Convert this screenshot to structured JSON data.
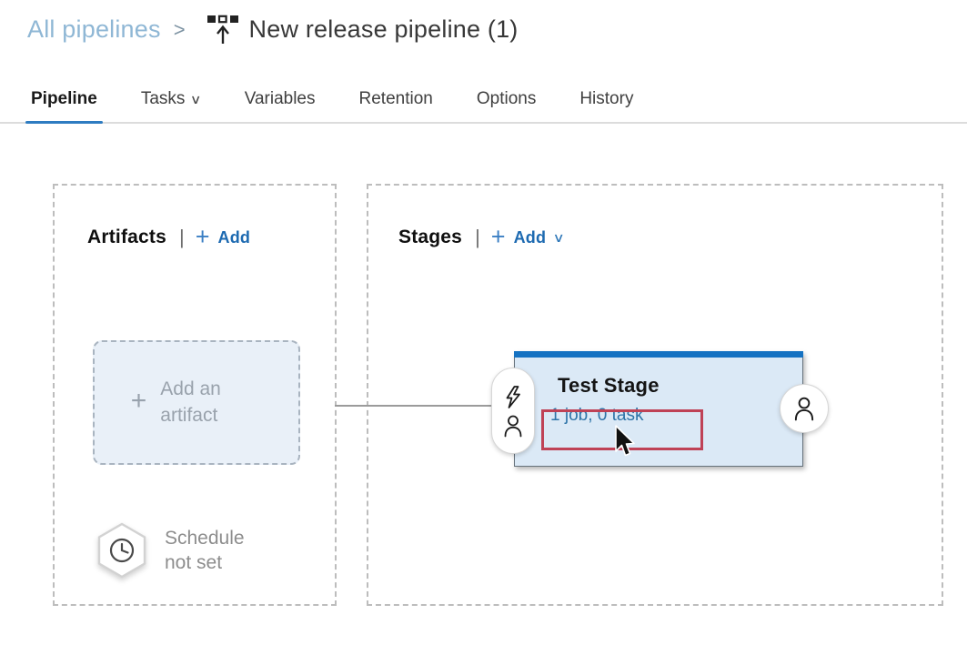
{
  "breadcrumb": {
    "parent": "All pipelines",
    "separator": ">",
    "title_icon": "release-pipeline-icon",
    "title": "New release pipeline (1)"
  },
  "tabs": [
    {
      "label": "Pipeline",
      "active": true
    },
    {
      "label": "Tasks",
      "chevron": "∨"
    },
    {
      "label": "Variables"
    },
    {
      "label": "Retention"
    },
    {
      "label": "Options"
    },
    {
      "label": "History"
    }
  ],
  "artifacts_panel": {
    "title": "Artifacts",
    "divider": "|",
    "plus": "+",
    "add_label": "Add",
    "placeholder": {
      "plus": "+",
      "label": "Add an artifact"
    },
    "schedule": {
      "icon": "clock-icon",
      "line1": "Schedule",
      "line2": "not set"
    }
  },
  "stages_panel": {
    "title": "Stages",
    "divider": "|",
    "plus": "+",
    "add_label": "Add",
    "add_chevron": "∨",
    "stage": {
      "name": "Test Stage",
      "summary": "1 job, 0 task",
      "pre_deployment_icons": [
        "lightning-icon",
        "person-icon"
      ],
      "post_deployment_icon": "person-icon"
    }
  },
  "annotations": {
    "highlight_target": "1 job, 0 task",
    "highlight_color": "#bf4256",
    "cursor_visible": true
  },
  "colors": {
    "breadcrumb_link": "#8fb7d5",
    "tab_underline": "#2e7cc1",
    "action_blue": "#1d6ab1",
    "stage_top_bar": "#1572c2",
    "stage_fill": "#dbe9f6",
    "stage_summary_link": "#2e74a8",
    "placeholder_fill": "#e9f0f8"
  }
}
